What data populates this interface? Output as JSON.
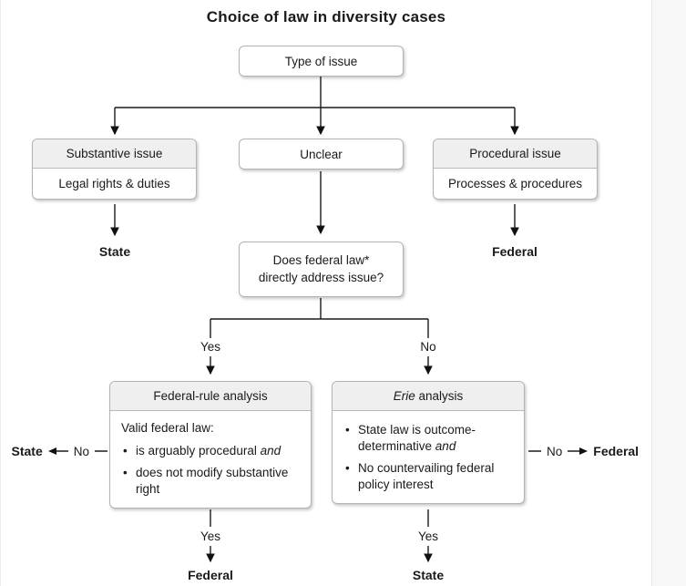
{
  "title": "Choice of law in diversity cases",
  "bullet_char": "•",
  "root": {
    "label": "Type of issue"
  },
  "branches": {
    "substantive": {
      "header": "Substantive issue",
      "body": "Legal rights & duties",
      "outcome": "State"
    },
    "unclear": {
      "label": "Unclear"
    },
    "procedural": {
      "header": "Procedural issue",
      "body": "Processes & procedures",
      "outcome": "Federal"
    }
  },
  "question": {
    "line1": "Does federal law*",
    "line2": "directly address issue?"
  },
  "split": {
    "yes": "Yes",
    "no": "No"
  },
  "federal_rule": {
    "header": "Federal-rule analysis",
    "intro": "Valid federal law:",
    "bullets": [
      {
        "text": "is arguably procedural ",
        "em": "and"
      },
      {
        "text": "does not modify substantive right",
        "em": ""
      }
    ],
    "no_label": "No",
    "no_outcome": "State",
    "yes_label": "Yes",
    "yes_outcome": "Federal"
  },
  "erie": {
    "header_em": "Erie",
    "header_rest": " analysis",
    "bullets": [
      {
        "text": "State law is outcome-determinative ",
        "em": "and"
      },
      {
        "text": "No countervailing federal policy interest",
        "em": ""
      }
    ],
    "no_label": "No",
    "no_outcome": "Federal",
    "yes_label": "Yes",
    "yes_outcome": "State"
  }
}
